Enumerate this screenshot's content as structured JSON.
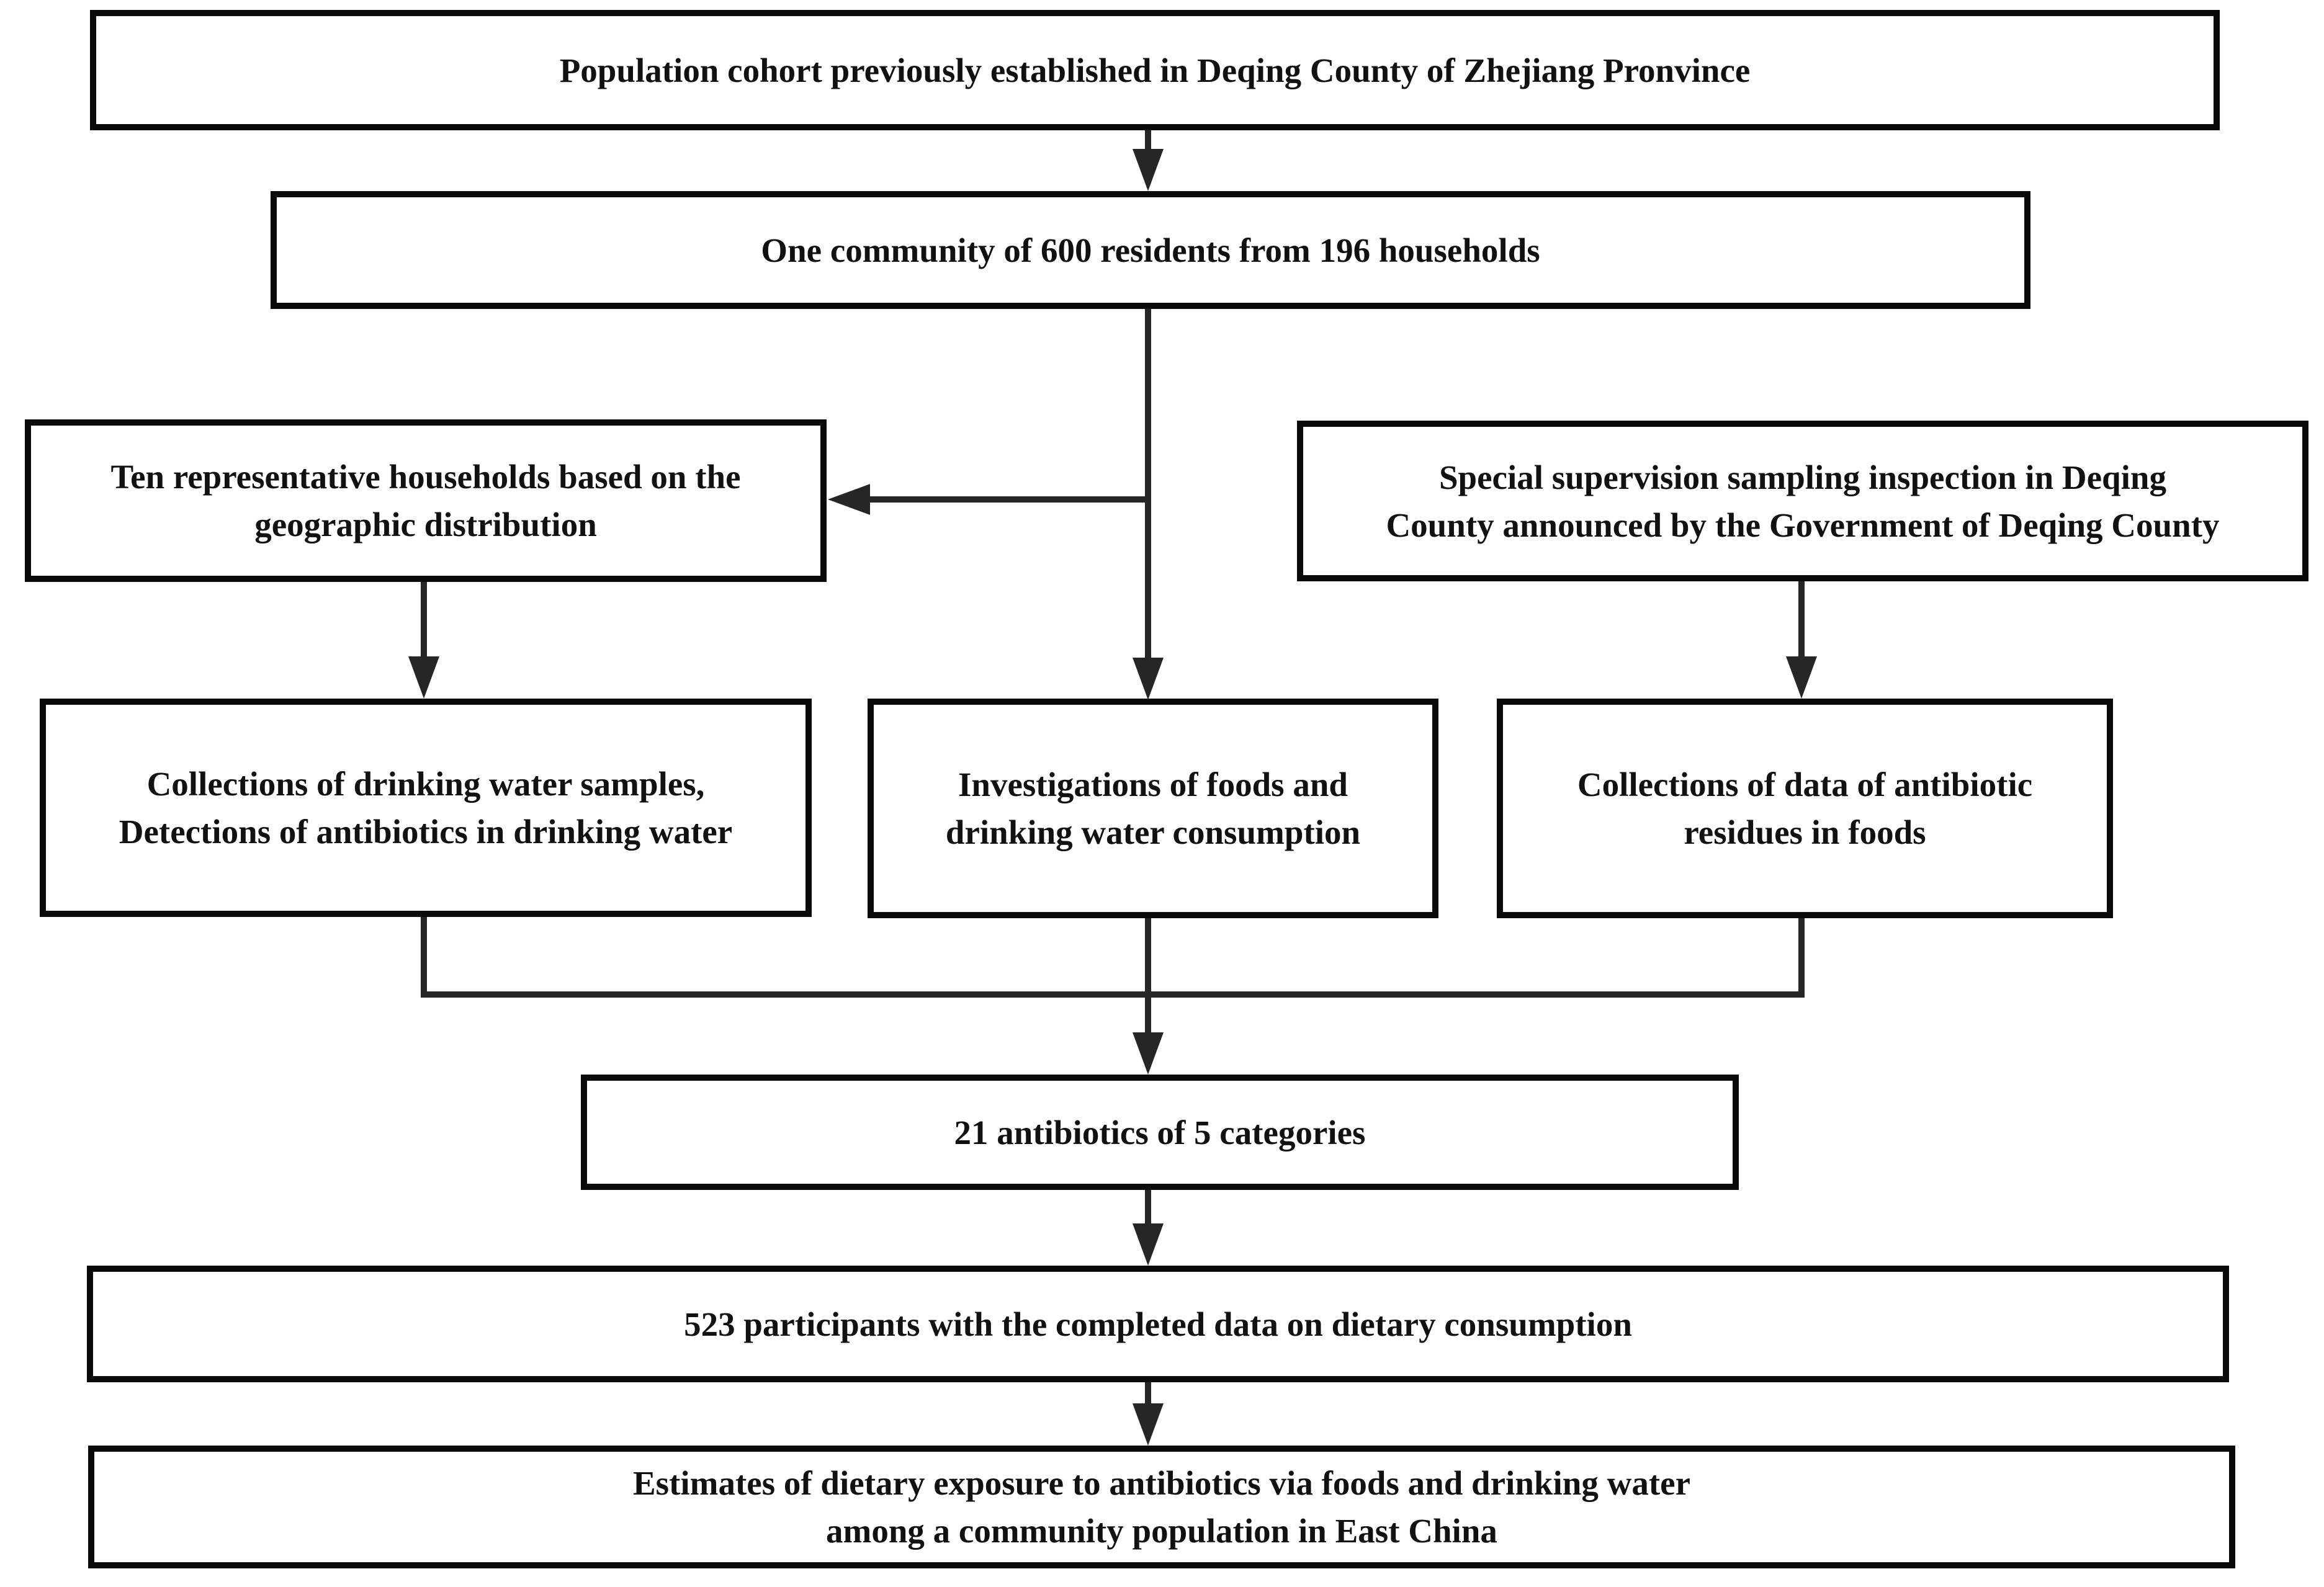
{
  "diagram": {
    "background": "#ffffff",
    "box_border_color": "#0a0a0a",
    "line_color": "#262626",
    "text_color": "#111111",
    "nodes": {
      "population_cohort": "Population cohort previously established in Deqing County of Zhejiang Pronvince",
      "community": "One community of 600 residents from 196 households",
      "households": "Ten representative households based on the\ngeographic distribution",
      "supervision": "Special supervision sampling inspection in Deqing\nCounty announced by the Government of Deqing County",
      "water_samples": "Collections of drinking water samples,\nDetections of antibiotics in drinking water",
      "investigations": "Investigations of foods and\ndrinking water consumption",
      "residues": "Collections of data of antibiotic\nresidues in foods",
      "antibiotics": "21 antibiotics of 5 categories",
      "participants": "523 participants with the completed data on dietary consumption",
      "estimates": "Estimates of dietary exposure to antibiotics via foods and drinking water\namong a community population in East China"
    }
  }
}
